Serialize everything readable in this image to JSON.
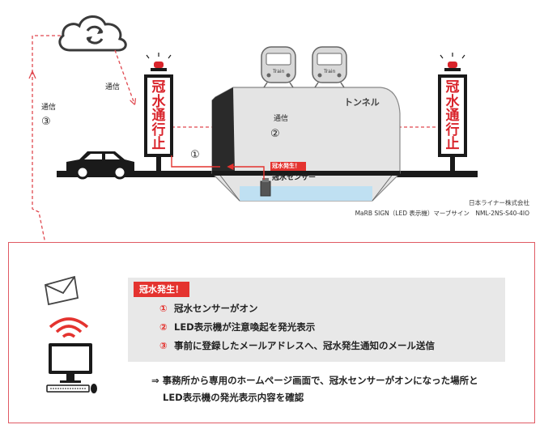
{
  "signs": {
    "left_text": "冠水通行止",
    "right_text": "冠水通行止"
  },
  "tunnel": {
    "label": "トンネル"
  },
  "trains": {
    "label_1": "Train",
    "label_2": "Train"
  },
  "sensor": {
    "badge": "冠水発生！",
    "label": "冠水センサー"
  },
  "comms": {
    "label_top": "通信",
    "label_mid": "通信",
    "label_left": "通信",
    "num_1": "①",
    "num_2": "②",
    "num_3": "③"
  },
  "maker": {
    "company": "日本ライナー株式会社",
    "product": "MaRB SIGN（LED 表示機）マーブサイン　NML-2NS-S40-4IO"
  },
  "notice": {
    "title": "冠水発生！",
    "steps": [
      {
        "num": "①",
        "text": "冠水センサーがオン"
      },
      {
        "num": "②",
        "text": "LED表示機が注意喚起を発光表示"
      },
      {
        "num": "③",
        "text": "事前に登録したメールアドレスへ、冠水発生通知のメール送信"
      }
    ],
    "note_line1": "⇒ 事務所から専用のホームページ画面で、冠水センサーがオンになった場所と",
    "note_line2": "LED表示機の発光表示内容を確認"
  },
  "colors": {
    "accent_red": "#e4332f",
    "dash_red": "#e0484f",
    "water_blue": "#bfe0f2",
    "sign_red": "#d9242b",
    "panel_gray": "#e8e8e8"
  },
  "icons": [
    "cloud-sync-icon",
    "warning-beacon-icon",
    "train-icon",
    "car-icon",
    "envelope-icon",
    "wifi-icon",
    "computer-icon"
  ]
}
